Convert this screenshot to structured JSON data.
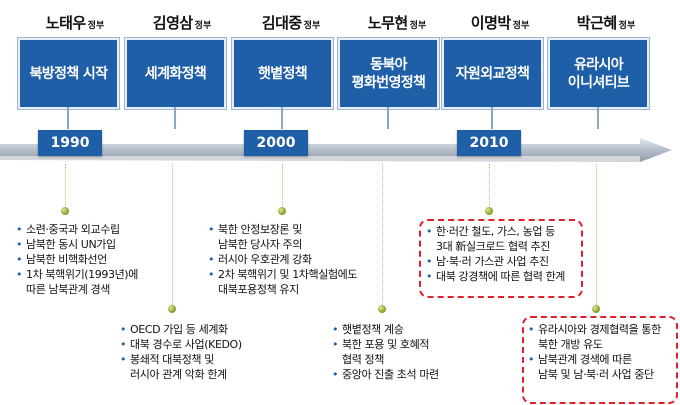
{
  "eras": [
    {
      "name": "노태우",
      "suffix": "정부",
      "policy_l1": "북방정책 시작",
      "policy_l2": ""
    },
    {
      "name": "김영삼",
      "suffix": "정부",
      "policy_l1": "세계화정책",
      "policy_l2": ""
    },
    {
      "name": "김대중",
      "suffix": "정부",
      "policy_l1": "햇볕정책",
      "policy_l2": ""
    },
    {
      "name": "노무현",
      "suffix": "정부",
      "policy_l1": "동북아",
      "policy_l2": "평화번영정책"
    },
    {
      "name": "이명박",
      "suffix": "정부",
      "policy_l1": "자원외교정책",
      "policy_l2": ""
    },
    {
      "name": "박근혜",
      "suffix": "정부",
      "policy_l1": "유라시아",
      "policy_l2": "이니셔티브"
    }
  ],
  "years": [
    "1990",
    "2000",
    "2010"
  ],
  "bullet": "•",
  "notes": {
    "rohtaewoo": [
      "소련·중국과 외교수립",
      "남북한 동시 UN가입",
      "남북한 비핵화선언",
      "1차 북핵위기(1993년)에",
      "따른 남북관계 경색"
    ],
    "kimyoungsam": [
      "OECD 가입 등 세계화",
      "대북 경수로 사업(KEDO)",
      "봉쇄적 대북정책 및",
      "러시아 관계 악화 한계"
    ],
    "kimdaejung": [
      "북한 안정보장론 및",
      "남북한 당사자 주의",
      "러시아 우호관계 강화",
      "2차 북핵위기 및 1차핵실험에도",
      "대북포용정책 유지"
    ],
    "roh": [
      "햇볕정책 계승",
      "북한 포용 및 호혜적",
      "협력 정책",
      "중앙아 진출 초석 마련"
    ],
    "leemb": [
      "한·러간 철도, 가스, 농업 등",
      "3대 新실크로드 협력 추진",
      "남·북·러 가스관 사업 추진",
      "대북 강경책에 따른 협력 한계"
    ],
    "park": [
      "유라시아와 경제협력을 통한",
      "북한 개방 유도",
      "남북관계 경색에 따른",
      "남북 및 남·북·러 사업 중단"
    ]
  }
}
